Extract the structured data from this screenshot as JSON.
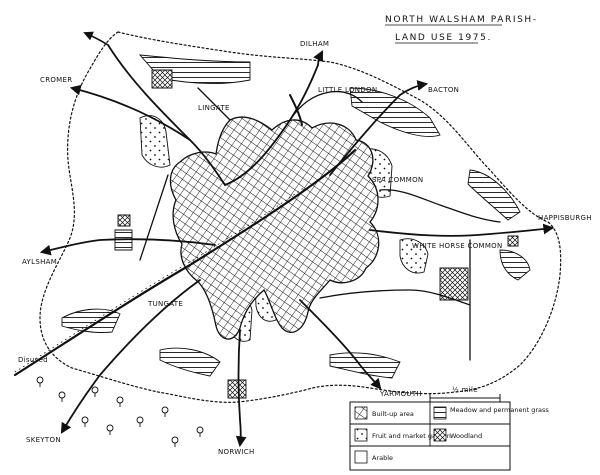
{
  "title": {
    "line1": "NORTH WALSHAM PARISH-",
    "line2": "LAND USE 1975."
  },
  "places": {
    "cromer": "CROMER",
    "dilham": "DILHAM",
    "lingate": "LINGATE",
    "little_london": "LITTLE LONDON",
    "bacton": "BACTON",
    "spa_common": "SPA COMMON",
    "happisburgh": "HAPPISBURGH",
    "white_horse_common": "WHITE HORSE COMMON",
    "aylsham": "AYLSHAM",
    "tungate": "TUNGATE",
    "yarmouth": "YARMOUTH",
    "skeyton": "SKEYTON",
    "norwich": "NORWICH",
    "disused": "Disused"
  },
  "scale": {
    "label": "½ mile"
  },
  "legend": {
    "built_up": "Built-up area",
    "meadow": "Meadow and permanent grass",
    "fruit": "Fruit and market garden",
    "woodland": "Woodland",
    "arable": "Arable"
  },
  "colors": {
    "ink": "#111111",
    "paper": "#ffffff"
  }
}
